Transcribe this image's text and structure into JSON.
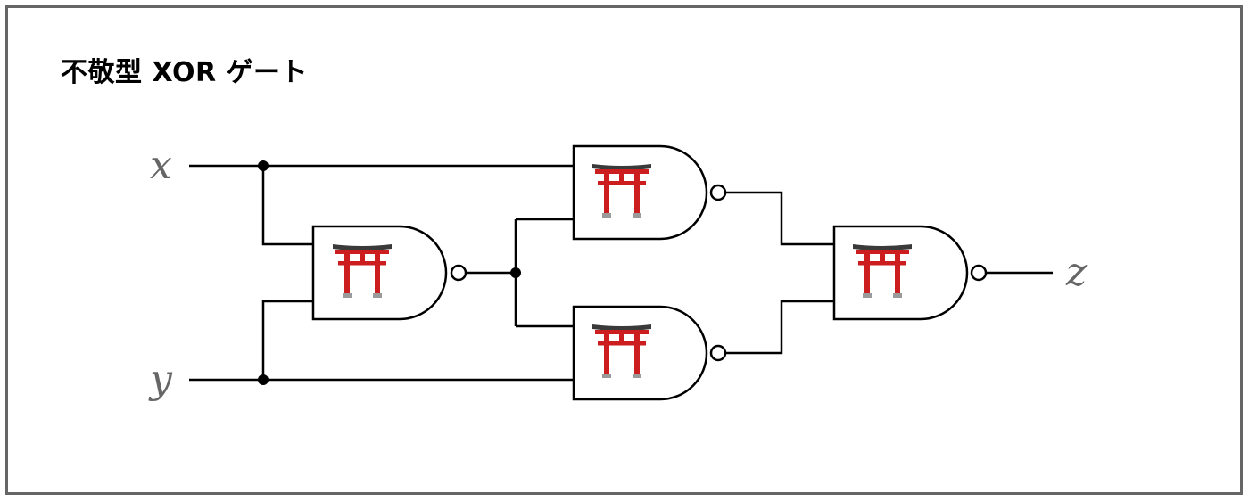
{
  "title": "不敬型 XOR ゲート",
  "inputs": {
    "x": "x",
    "y": "y"
  },
  "output": {
    "z": "z"
  },
  "gates": [
    {
      "id": "nand-1",
      "type": "NAND",
      "icon": "torii-gate-icon"
    },
    {
      "id": "nand-2",
      "type": "NAND",
      "icon": "torii-gate-icon"
    },
    {
      "id": "nand-3",
      "type": "NAND",
      "icon": "torii-gate-icon"
    },
    {
      "id": "nand-4",
      "type": "NAND",
      "icon": "torii-gate-icon"
    }
  ],
  "colors": {
    "wire": "#000000",
    "frame": "#666666",
    "label": "#666666",
    "torii_red": "#cc1e1e",
    "torii_dark": "#3a3a3a",
    "torii_base": "#9a9a9a"
  }
}
